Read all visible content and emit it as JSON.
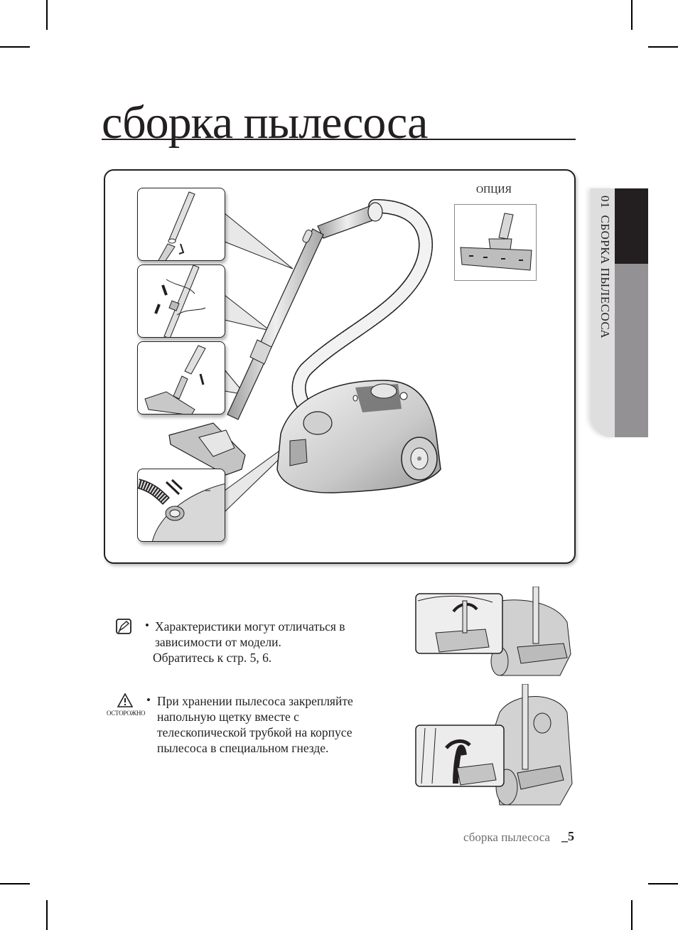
{
  "page": {
    "title": "сборка пылесоса",
    "side_tab": {
      "chapter_number": "01",
      "chapter_title": "СБОРКА ПЫЛЕСОСА",
      "colors": {
        "dark": "#231f20",
        "gray": "#939193",
        "light": "#dedede"
      }
    },
    "figure": {
      "option_label": "ОПЦИЯ",
      "option_icon": "floor-brush-optional",
      "insets": [
        {
          "name": "tube-joining",
          "icon": "tube-insert-arrow"
        },
        {
          "name": "telescopic-adjust",
          "icon": "telescopic-slide-arrows"
        },
        {
          "name": "brush-attach",
          "icon": "brush-insert-arrow"
        },
        {
          "name": "hose-connect",
          "icon": "hose-insert-arrow"
        }
      ]
    },
    "notes": [
      {
        "icon": "note-icon",
        "bullet": "•",
        "lines": [
          "Характеристики могут отличаться в",
          "зависимости от модели."
        ],
        "extra": "Обратитесь к стр. 5, 6."
      }
    ],
    "cautions": [
      {
        "icon": "warning-triangle-icon",
        "label": "ОСТОРОЖНО",
        "bullet": "•",
        "lines": [
          "При хранении пылесоса закрепляйте",
          "напольную щетку вместе с",
          "телескопической трубкой на корпусе",
          "пылесоса в специальном гнезде."
        ]
      }
    ],
    "footer": {
      "section": "сборка пылесоса",
      "page_number": "_5"
    }
  }
}
